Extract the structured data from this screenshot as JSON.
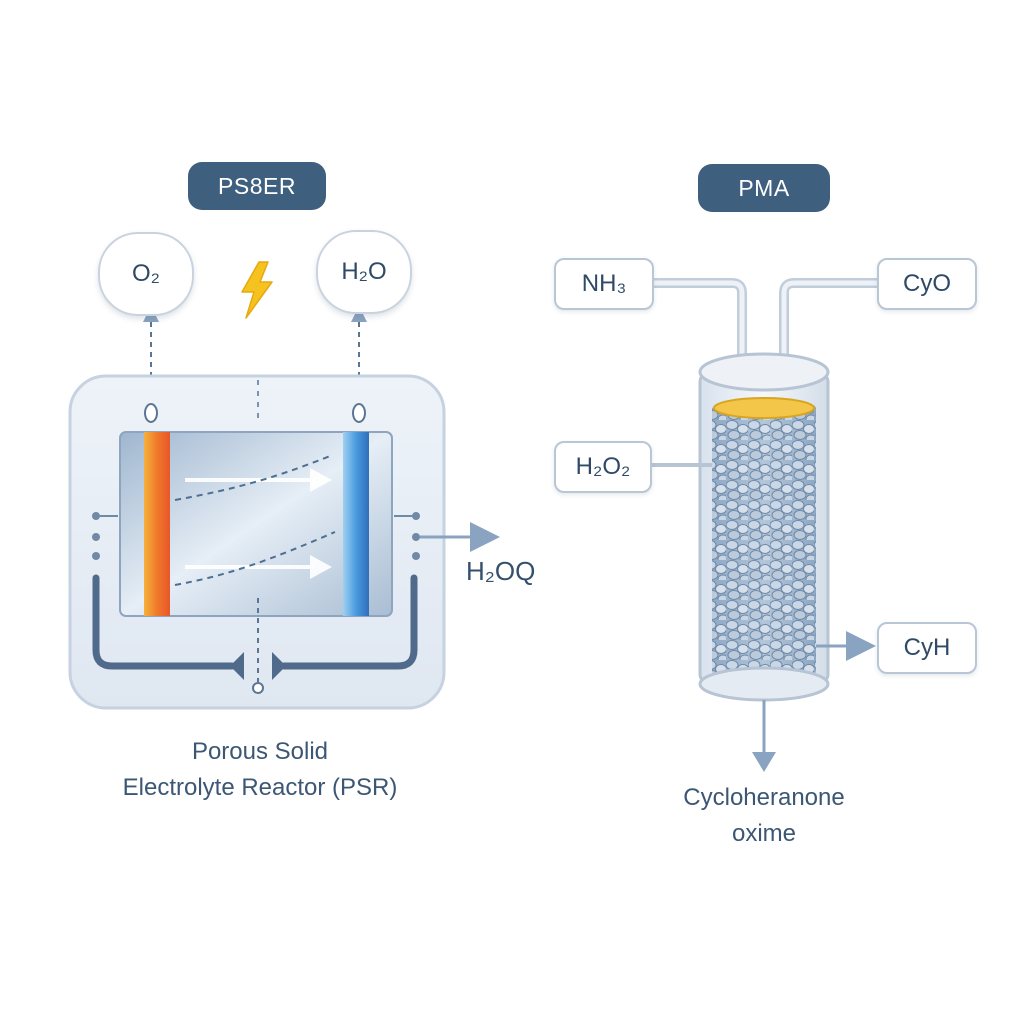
{
  "left": {
    "header": "PS8ER",
    "inputs": {
      "o2": "O₂",
      "h2o": "H₂O"
    },
    "output": "H₂OQ",
    "caption_line1": "Porous Solid",
    "caption_line2": "Electrolyte Reactor (PSR)"
  },
  "right": {
    "header": "PMA",
    "inputs": {
      "nh3": "NH₃",
      "cyo": "CyO",
      "h2o2": "H₂O₂"
    },
    "side_output": "CyH",
    "caption_line1": "Cycloheranone",
    "caption_line2": "oxime"
  },
  "colors": {
    "pill": "#3f5f7f",
    "anode": "#f07a2a",
    "cathode": "#3d8fd6",
    "arrow": "#8aa3c0",
    "lightning": "#f5c21f"
  },
  "icons": {
    "energy": "lightning-icon"
  }
}
